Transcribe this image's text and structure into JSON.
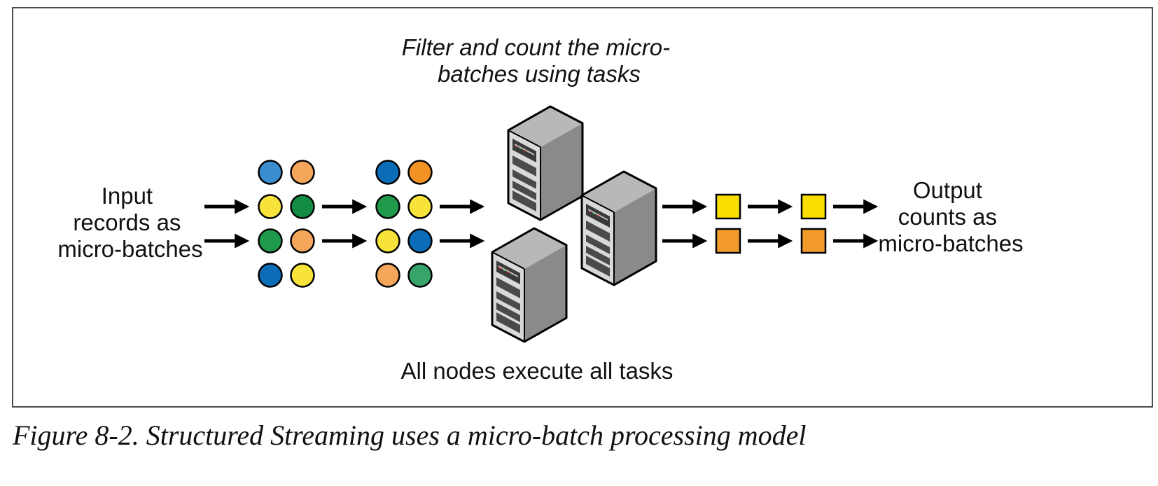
{
  "diagram": {
    "top_label": [
      "Filter and count the micro-",
      "batches using tasks"
    ],
    "bottom_label": "All nodes execute all tasks",
    "input_label": [
      "Input",
      "records as",
      "micro-batches"
    ],
    "output_label": [
      "Output",
      "counts as",
      "micro-batches"
    ],
    "input_batch_1": [
      [
        "#3A8ED0",
        "#F4A65A"
      ],
      [
        "#F7E33A",
        "#138D45"
      ],
      [
        "#1F9A4B",
        "#F4A65A"
      ],
      [
        "#0B6DB8",
        "#F7E33A"
      ]
    ],
    "input_batch_2": [
      [
        "#0B6DB8",
        "#F29224"
      ],
      [
        "#1F9A4B",
        "#F7E33A"
      ],
      [
        "#F7E33A",
        "#0B6DB8"
      ],
      [
        "#F4A65A",
        "#37A56A"
      ]
    ],
    "output_squares": [
      "#F9DF00",
      "#F39A2C"
    ],
    "icons": [
      "arrow-icon",
      "server-icon",
      "record-circle-icon",
      "count-square-icon"
    ]
  },
  "caption": "Figure 8-2. Structured Streaming uses a micro-batch processing model"
}
